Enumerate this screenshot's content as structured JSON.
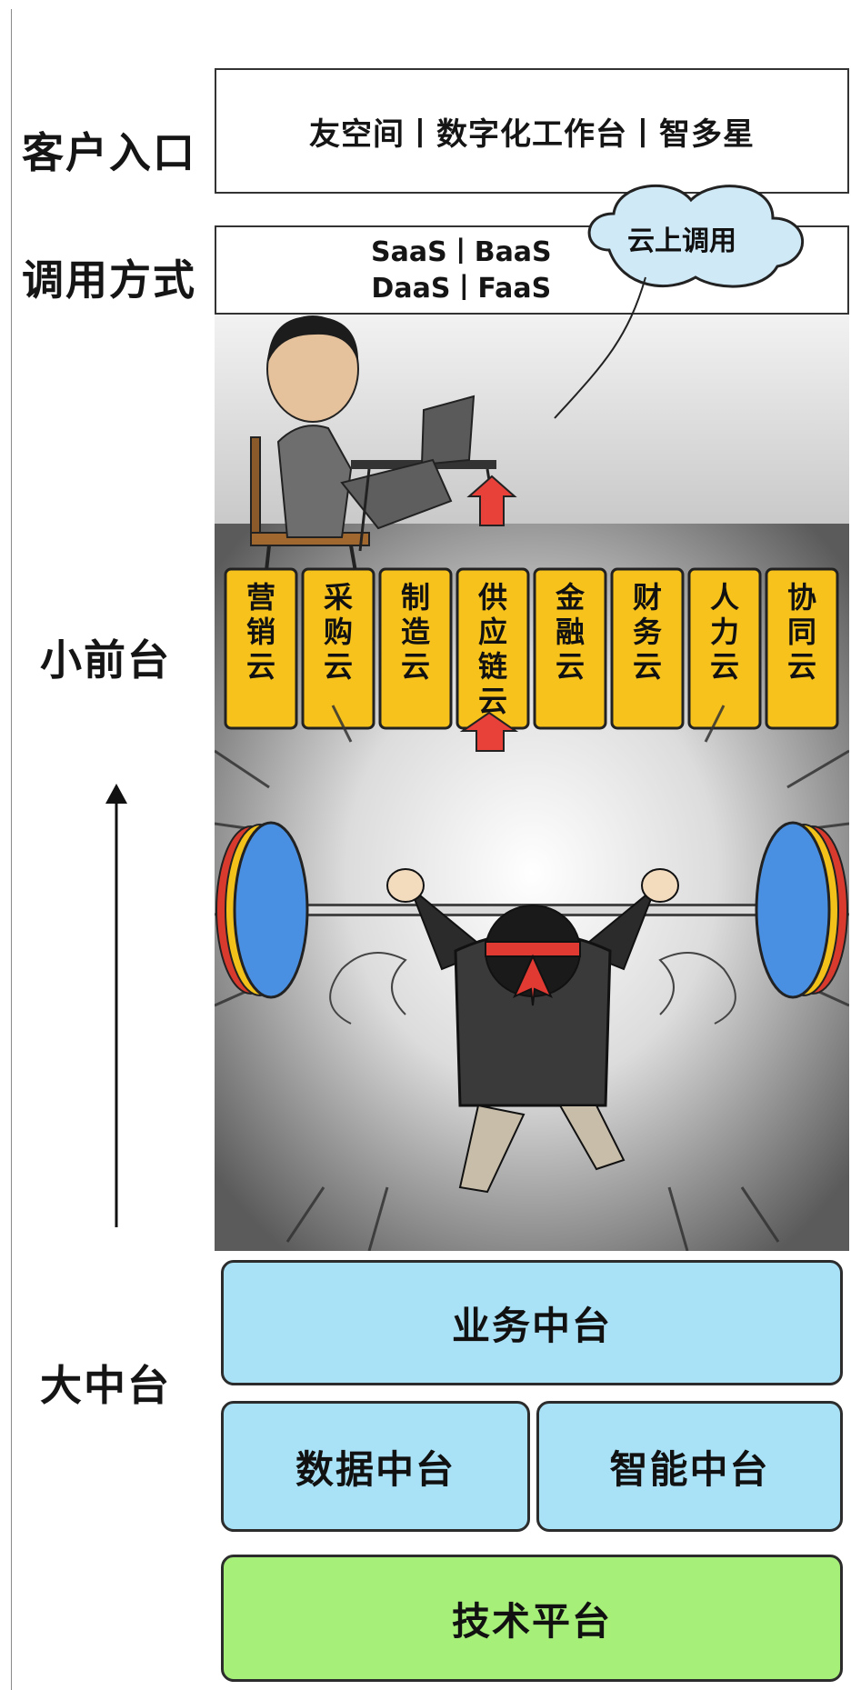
{
  "labels": {
    "customer_entry": "客户入口",
    "call_mode": "调用方式",
    "small_front": "小前台",
    "big_middle": "大中台"
  },
  "entry": {
    "text": "友空间丨数字化工作台丨智多星"
  },
  "call": {
    "line1": "SaaS丨BaaS",
    "line2": "DaaS丨FaaS",
    "cloud": "云上调用"
  },
  "clouds": [
    {
      "chars": [
        "营",
        "销",
        "云"
      ]
    },
    {
      "chars": [
        "采",
        "购",
        "云"
      ]
    },
    {
      "chars": [
        "制",
        "造",
        "云"
      ]
    },
    {
      "chars": [
        "供",
        "应",
        "链",
        "云"
      ]
    },
    {
      "chars": [
        "金",
        "融",
        "云"
      ]
    },
    {
      "chars": [
        "财",
        "务",
        "云"
      ]
    },
    {
      "chars": [
        "人",
        "力",
        "云"
      ]
    },
    {
      "chars": [
        "协",
        "同",
        "云"
      ]
    }
  ],
  "platforms": {
    "business": "业务中台",
    "data": "数据中台",
    "intelligence": "智能中台",
    "tech": "技术平台"
  },
  "colors": {
    "cloud_yellow": "#f6c21b",
    "platform_blue": "#a9e2f7",
    "platform_green": "#a6f07a",
    "arrow_red": "#e8413a",
    "speech_cloud": "#cfe9f7"
  }
}
